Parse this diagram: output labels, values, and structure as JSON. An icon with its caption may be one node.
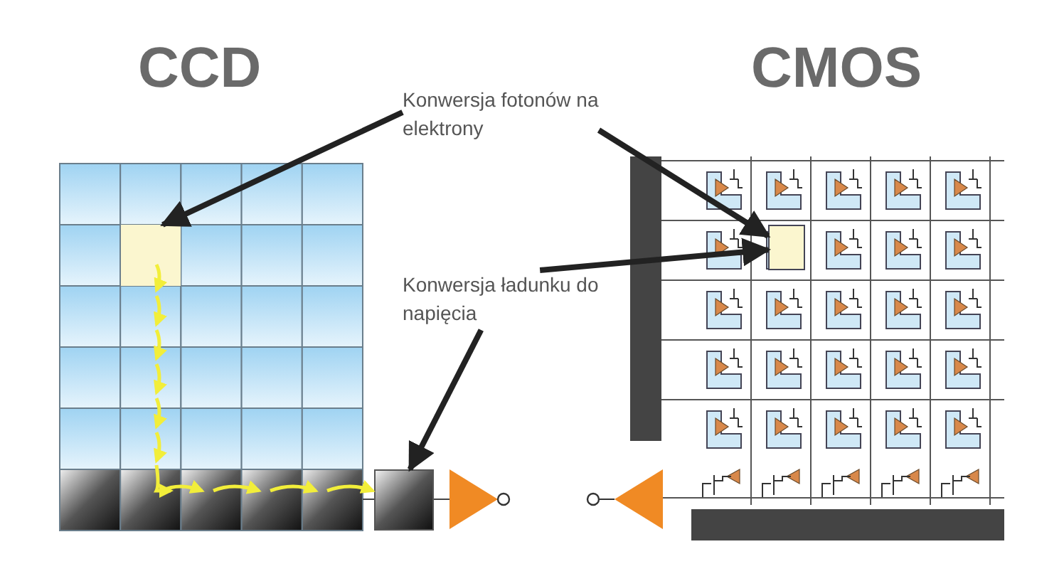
{
  "diagram": {
    "nodes": [
      {
        "text": [
          "Konwersja fotonów na elektrony"
        ]
      },
      {
        "text": [
          "Konwersja ładunku do napięcia"
        ]
      },
      {
        "text": [],
        "shape": "box"
      },
      {
        "text": [],
        "shape": "box"
      },
      {
        "text": [],
        "shape": "box"
      }
    ],
    "edges": [
      {
        "from": 0,
        "to": 2,
        "arrow": "to"
      },
      {
        "from": 0,
        "to": 4,
        "arrow": "to"
      },
      {
        "from": 1,
        "to": 4,
        "arrow": "to"
      },
      {
        "from": 1,
        "to": 3,
        "arrow": "to"
      }
    ],
    "labels": [
      "CCD",
      "CMOS"
    ]
  }
}
